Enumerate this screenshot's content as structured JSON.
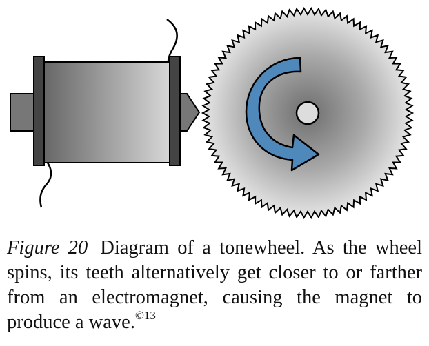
{
  "figure": {
    "label": "Figure 20",
    "caption": "Diagram of a tonewheel. As the wheel spins, its teeth alternatively get closer to or farther from an electromagnet, causing the magnet to produce a wave.",
    "copyright_mark": "©13"
  },
  "colors": {
    "outline": "#000000",
    "flange": "#444444",
    "spindle": "#777777",
    "arrow": "#4f88bb",
    "hub": "#dddddd"
  }
}
